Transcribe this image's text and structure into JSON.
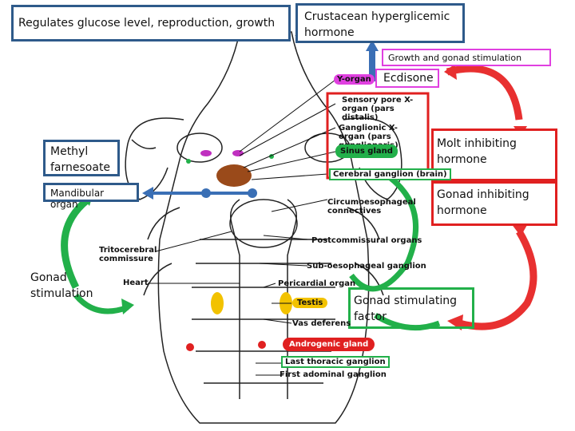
{
  "boxes": {
    "regulates": "Regulates glucose level, reproduction, growth",
    "chh": "Crustacean hyperglicemic hormone",
    "growth_gonad": "Growth and gonad stimulation",
    "ecdisone": "Ecdisone",
    "methyl": "Methyl farnesoate",
    "mandibular": "Mandibular organ",
    "molt": "Molt inhibiting hormone",
    "gonad_inhibiting": "Gonad inhibiting hormone",
    "gonad_stim_factor": "Gonad stimulating factor",
    "gonad_stimulation": "Gonad stimulation"
  },
  "anatomy": {
    "y_organ": "Y-organ",
    "sensory_pore": "Sensory pore X-organ (pars distalis)",
    "ganglionic_x": "Ganglionic X-organ (pars ganglionaris)",
    "sinus_gland": "Sinus gland",
    "cerebral": "Cerebral ganglion (brain)",
    "circumoesophageal": "Circumoesophageal connectives",
    "tritocerebral": "Tritocerebral commissure",
    "postcommissural": "Postcommissural organs",
    "sub_oesophageal": "Sub-oesophageal ganglion",
    "heart": "Heart",
    "pericardial": "Pericardial organ",
    "testis": "Testis",
    "vas_deferens": "Vas deferens",
    "androgenic": "Androgenic gland",
    "last_thoracic": "Last thoracic ganglion",
    "first_abdominal": "First adominal ganglion"
  },
  "colors": {
    "blue_box": "#2e5a8a",
    "red_box": "#e02020",
    "pink_box": "#e040e0",
    "green": "#22b04a",
    "red_arrow": "#e83030",
    "blue_arrow": "#3a6fb5",
    "ygland": "#f2c200",
    "brain": "#9a4a1a"
  }
}
